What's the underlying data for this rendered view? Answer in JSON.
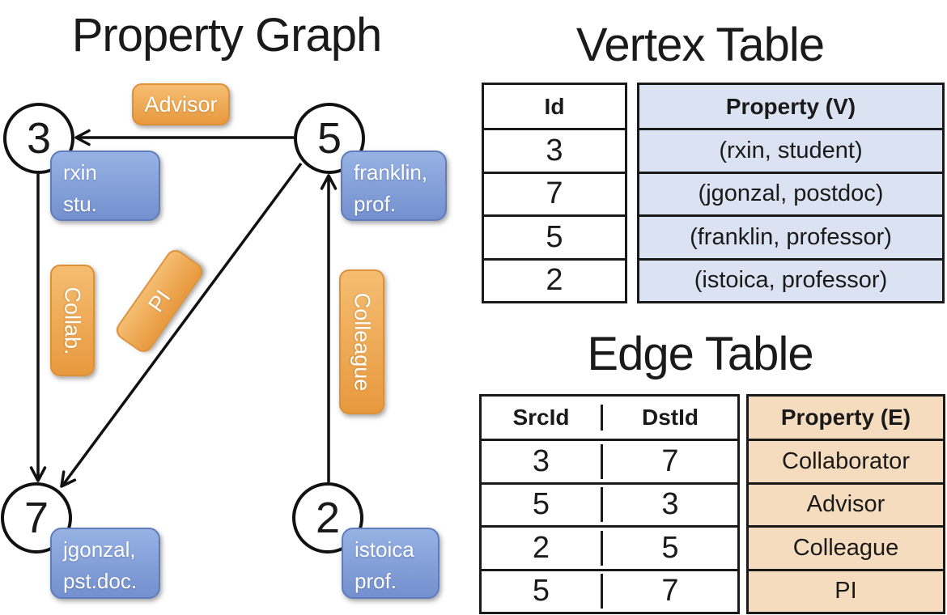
{
  "colors": {
    "text": "#1a1a1a",
    "node_stroke": "#111111",
    "edge_stroke": "#111111",
    "orange_top": "#f5bd71",
    "orange_bottom": "#e8993e",
    "orange_border": "#dd9137",
    "blue_top": "#97b2e3",
    "blue_bottom": "#7490cf",
    "blue_border": "#5f7dbd",
    "vertex_property_bg": "#dbe2f2",
    "edge_property_bg": "#f5dcbf",
    "table_border": "#1a1a1a"
  },
  "graph": {
    "title": "Property Graph",
    "nodes": [
      {
        "id": "3"
      },
      {
        "id": "5"
      },
      {
        "id": "7"
      },
      {
        "id": "2"
      }
    ],
    "property_boxes": [
      {
        "line1": "rxin",
        "line2": "stu."
      },
      {
        "line1": "franklin,",
        "line2": "prof."
      },
      {
        "line1": "jgonzal,",
        "line2": "pst.doc."
      },
      {
        "line1": "istoica",
        "line2": "prof."
      }
    ],
    "edge_labels": {
      "advisor": "Advisor",
      "collab": "Collab.",
      "pi": "PI",
      "colleague": "Colleague"
    }
  },
  "vertex_table": {
    "title": "Vertex Table",
    "col_id": "Id",
    "col_property": "Property (V)",
    "rows": [
      {
        "id": "3",
        "property": "(rxin, student)"
      },
      {
        "id": "7",
        "property": "(jgonzal, postdoc)"
      },
      {
        "id": "5",
        "property": "(franklin, professor)"
      },
      {
        "id": "2",
        "property": "(istoica, professor)"
      }
    ]
  },
  "edge_table": {
    "title": "Edge Table",
    "col_src": "SrcId",
    "col_dst": "DstId",
    "col_property": "Property (E)",
    "rows": [
      {
        "src": "3",
        "dst": "7",
        "property": "Collaborator"
      },
      {
        "src": "5",
        "dst": "3",
        "property": "Advisor"
      },
      {
        "src": "2",
        "dst": "5",
        "property": "Colleague"
      },
      {
        "src": "5",
        "dst": "7",
        "property": "PI"
      }
    ]
  }
}
